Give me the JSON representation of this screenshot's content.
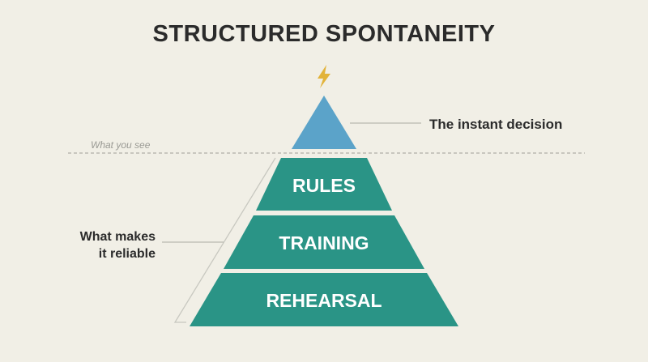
{
  "title": "STRUCTURED SPONTANEITY",
  "divider_label": "What you see",
  "top_callout": "The instant decision",
  "side_callout": {
    "line1": "What makes",
    "line2": "it reliable"
  },
  "tiers": [
    {
      "label": "RULES"
    },
    {
      "label": "TRAINING"
    },
    {
      "label": "REHEARSAL"
    }
  ],
  "icons": {
    "top": "lightning-bolt-icon"
  },
  "colors": {
    "background": "#f1efe6",
    "tip": "#5ba3c9",
    "tiers": "#2a9486",
    "bolt": "#e2b33a",
    "text": "#2b2b2b",
    "muted": "#9a9a94"
  }
}
